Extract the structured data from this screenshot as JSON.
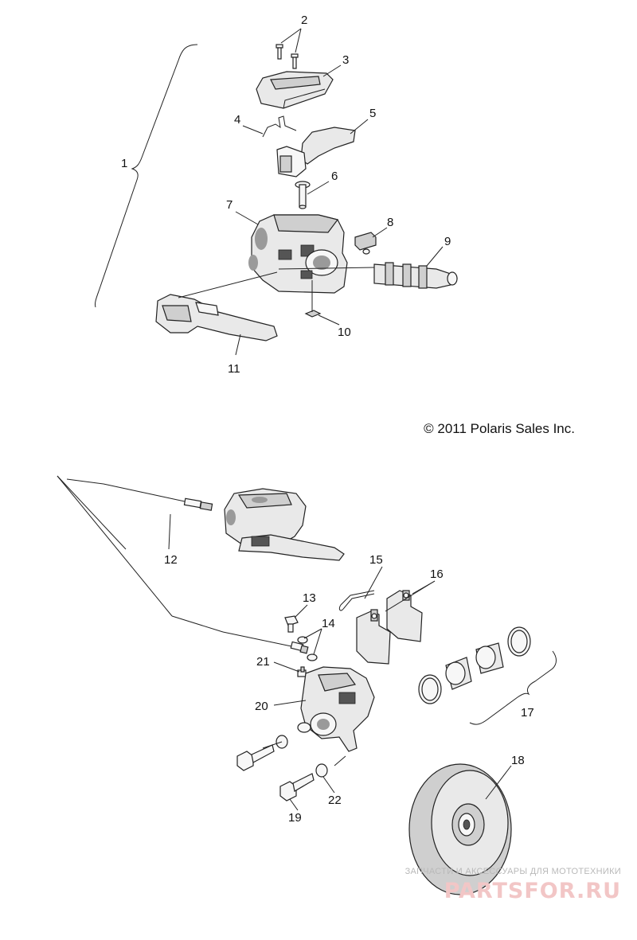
{
  "callouts": [
    {
      "id": "1",
      "label": "1"
    },
    {
      "id": "2",
      "label": "2"
    },
    {
      "id": "3",
      "label": "3"
    },
    {
      "id": "4",
      "label": "4"
    },
    {
      "id": "5",
      "label": "5"
    },
    {
      "id": "6",
      "label": "6"
    },
    {
      "id": "7",
      "label": "7"
    },
    {
      "id": "8",
      "label": "8"
    },
    {
      "id": "9",
      "label": "9"
    },
    {
      "id": "10",
      "label": "10"
    },
    {
      "id": "11",
      "label": "11"
    },
    {
      "id": "12",
      "label": "12"
    },
    {
      "id": "13",
      "label": "13"
    },
    {
      "id": "14",
      "label": "14"
    },
    {
      "id": "15",
      "label": "15"
    },
    {
      "id": "16",
      "label": "16"
    },
    {
      "id": "17",
      "label": "17"
    },
    {
      "id": "18",
      "label": "18"
    },
    {
      "id": "19",
      "label": "19"
    },
    {
      "id": "20",
      "label": "20"
    },
    {
      "id": "21",
      "label": "21"
    },
    {
      "id": "22",
      "label": "22"
    }
  ],
  "copyright": "© 2011 Polaris Sales Inc.",
  "watermark": {
    "tagline": "ЗАПЧАСТИ И АКСЕССУАРЫ ДЛЯ МОТОТЕХНИКИ",
    "brand": "PARTSFOR.RU"
  },
  "colors": {
    "line": "#222222",
    "part_fill": "#e9e9e9",
    "watermark_brand": "#f2c6c6",
    "watermark_tagline": "#b9b9b9"
  }
}
